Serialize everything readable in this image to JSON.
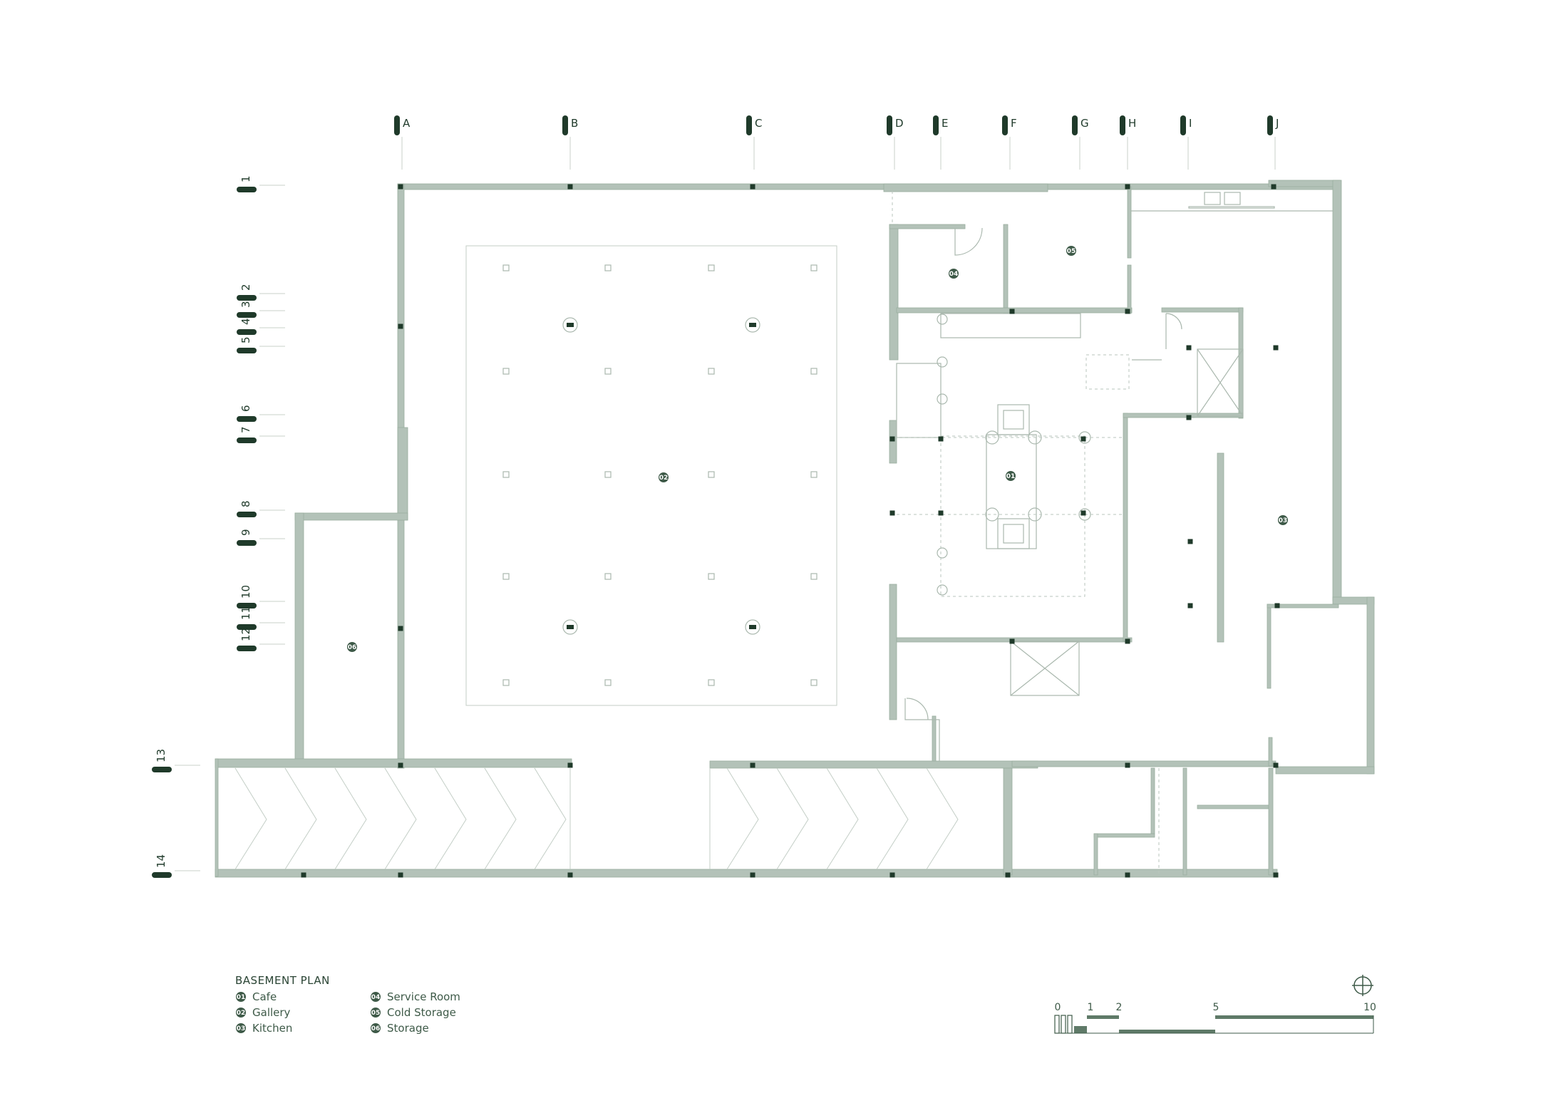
{
  "title": "BASEMENT PLAN",
  "grid_columns": [
    "A",
    "B",
    "C",
    "D",
    "E",
    "F",
    "G",
    "H",
    "I",
    "J"
  ],
  "grid_rows": [
    "1",
    "2",
    "3",
    "4",
    "5",
    "6",
    "7",
    "8",
    "9",
    "10",
    "11",
    "12",
    "13",
    "14"
  ],
  "legend": [
    {
      "num": "01",
      "label": "Cafe"
    },
    {
      "num": "02",
      "label": "Gallery"
    },
    {
      "num": "03",
      "label": "Kitchen"
    },
    {
      "num": "04",
      "label": "Service Room"
    },
    {
      "num": "05",
      "label": "Cold Storage"
    },
    {
      "num": "06",
      "label": "Storage"
    }
  ],
  "room_tags": [
    "01",
    "02",
    "03",
    "04",
    "05",
    "06"
  ],
  "scale_bar": {
    "labels": [
      "0",
      "1",
      "2",
      "5",
      "10"
    ]
  },
  "icons": {
    "north": "north-arrow-icon"
  },
  "colors": {
    "wall": "#b3c2b8",
    "ink": "#1f3a2a",
    "badge": "#3e5a48"
  }
}
